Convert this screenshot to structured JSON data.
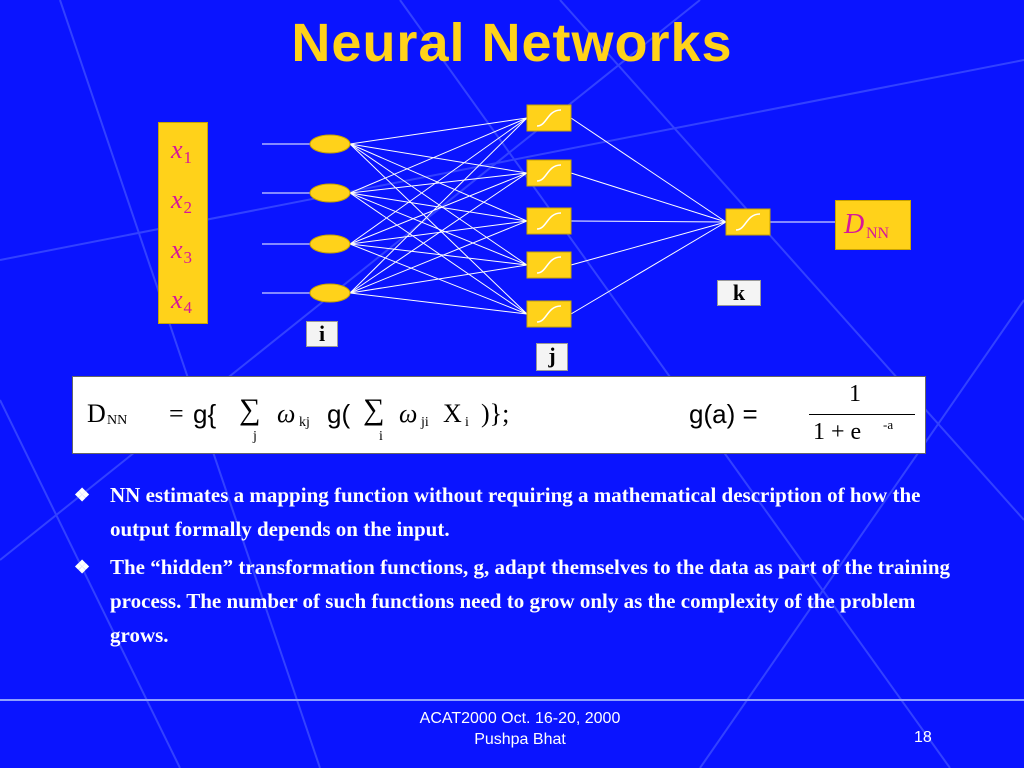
{
  "slide": {
    "title": "Neural Networks",
    "inputs": [
      {
        "var": "x",
        "sub": "1"
      },
      {
        "var": "x",
        "sub": "2"
      },
      {
        "var": "x",
        "sub": "3"
      },
      {
        "var": "x",
        "sub": "4"
      }
    ],
    "layer_labels": {
      "input": "i",
      "hidden": "j",
      "output": "k"
    },
    "output": {
      "symbol": "D",
      "sub": "NN"
    },
    "formula": {
      "lhs_var": "D",
      "lhs_sub": "NN",
      "equals": "=",
      "g_open_outer": "g{",
      "sum_outer": "∑",
      "sum_outer_index": "j",
      "omega_outer": "ω",
      "omega_outer_sub": "kj",
      "g_open_inner": "g(",
      "sum_inner": "∑",
      "sum_inner_index": "i",
      "omega_inner": "ω",
      "omega_inner_sub": "ji",
      "x_var": "X",
      "x_sub": "i",
      "close": ")};",
      "g_def_lhs": "g(a) =",
      "numerator": "1",
      "denominator": "1 + e",
      "denominator_exp": "-a"
    },
    "bullets": [
      "NN estimates a mapping function without requiring a mathematical description of how the output formally depends on the input.",
      "The “hidden” transformation functions, g, adapt themselves to the data as part of the training process.  The number of such functions need to grow only as the complexity of the problem grows."
    ],
    "bullet_marker": "❖",
    "footer_line1": "ACAT2000  Oct. 16-20, 2000",
    "footer_line2": "Pushpa Bhat",
    "page_number": "18"
  }
}
